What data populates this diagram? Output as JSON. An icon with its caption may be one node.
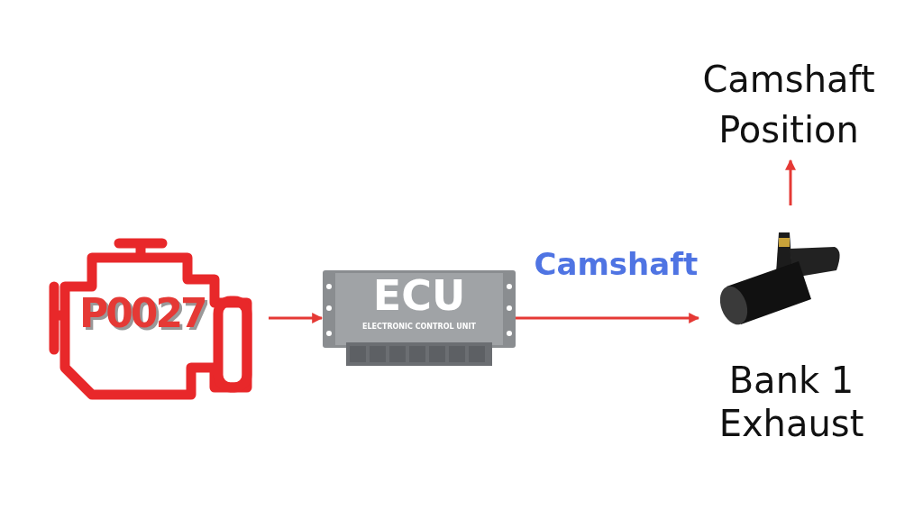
{
  "diagram": {
    "nodes": [
      {
        "text": [
          "P0027"
        ]
      },
      {
        "text": [
          "ECU",
          "ELECTRONIC CONTROL UNIT"
        ]
      },
      {
        "text": [],
        "shape": "picture",
        "beside": [
          "Bank 1 Exhaust"
        ]
      },
      {
        "text": [
          "Camshaft Position"
        ]
      }
    ],
    "edges": [
      {
        "from": 0,
        "to": 1,
        "arrow": "to"
      },
      {
        "from": 1,
        "to": 2,
        "arrow": "to",
        "label": "Camshaft"
      },
      {
        "from": 2,
        "to": 3,
        "arrow": "to"
      }
    ]
  }
}
